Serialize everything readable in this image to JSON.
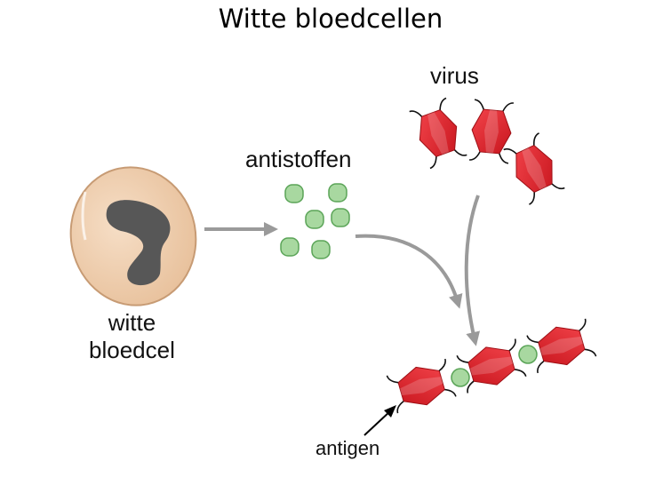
{
  "title": "Witte bloedcellen",
  "labels": {
    "virus": "virus",
    "antistoffen": "antistoffen",
    "cell_line1": "witte",
    "cell_line2": "bloedcel",
    "antigen": "antigen"
  },
  "colors": {
    "virus_fill": "#e0222b",
    "virus_dark": "#b3121a",
    "antibody_fill": "#a8d8a0",
    "antibody_stroke": "#4c9a4a",
    "cell_fill": "#f0d2b4",
    "nucleus": "#555555",
    "arrow": "#9a9a9a"
  }
}
